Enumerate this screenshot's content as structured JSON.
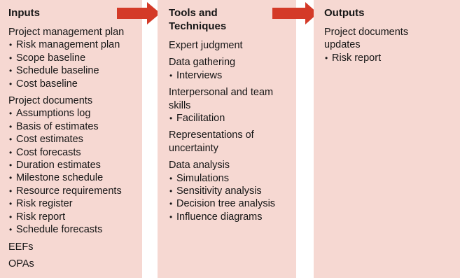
{
  "colors": {
    "page_bg": "#ffffff",
    "panel_bg": "#f6d8d2",
    "arrow_red": "#d43a28",
    "text": "#161616"
  },
  "bullet_char": "•",
  "arrows": [
    {
      "name": "inputs-to-tools-arrow"
    },
    {
      "name": "tools-to-outputs-arrow"
    }
  ],
  "columns": [
    {
      "id": "inputs",
      "heading_lines": [
        "Inputs"
      ],
      "groups": [
        {
          "lead_lines": [
            "Project management plan"
          ],
          "bullets": [
            "Risk management plan",
            "Scope baseline",
            "Schedule baseline",
            "Cost baseline"
          ]
        },
        {
          "lead_lines": [
            "Project documents"
          ],
          "bullets": [
            "Assumptions log",
            "Basis of estimates",
            "Cost estimates",
            "Cost forecasts",
            "Duration estimates",
            "Milestone schedule",
            "Resource requirements",
            "Risk register",
            "Risk report",
            "Schedule forecasts"
          ]
        },
        {
          "lead_lines": [
            "EEFs"
          ],
          "bullets": []
        },
        {
          "lead_lines": [
            "OPAs"
          ],
          "bullets": []
        }
      ]
    },
    {
      "id": "tools-and-techniques",
      "heading_lines": [
        "Tools and",
        "Techniques"
      ],
      "groups": [
        {
          "lead_lines": [
            "Expert judgment"
          ],
          "bullets": []
        },
        {
          "lead_lines": [
            "Data gathering"
          ],
          "bullets": [
            "Interviews"
          ]
        },
        {
          "lead_lines": [
            "Interpersonal and team",
            "skills"
          ],
          "bullets": [
            "Facilitation"
          ]
        },
        {
          "lead_lines": [
            "Representations of",
            "uncertainty"
          ],
          "bullets": []
        },
        {
          "lead_lines": [
            "Data analysis"
          ],
          "bullets": [
            "Simulations",
            "Sensitivity analysis",
            "Decision tree analysis",
            "Influence diagrams"
          ]
        }
      ]
    },
    {
      "id": "outputs",
      "heading_lines": [
        "Outputs"
      ],
      "groups": [
        {
          "lead_lines": [
            "Project documents",
            "updates"
          ],
          "bullets": [
            "Risk report"
          ]
        }
      ]
    }
  ]
}
